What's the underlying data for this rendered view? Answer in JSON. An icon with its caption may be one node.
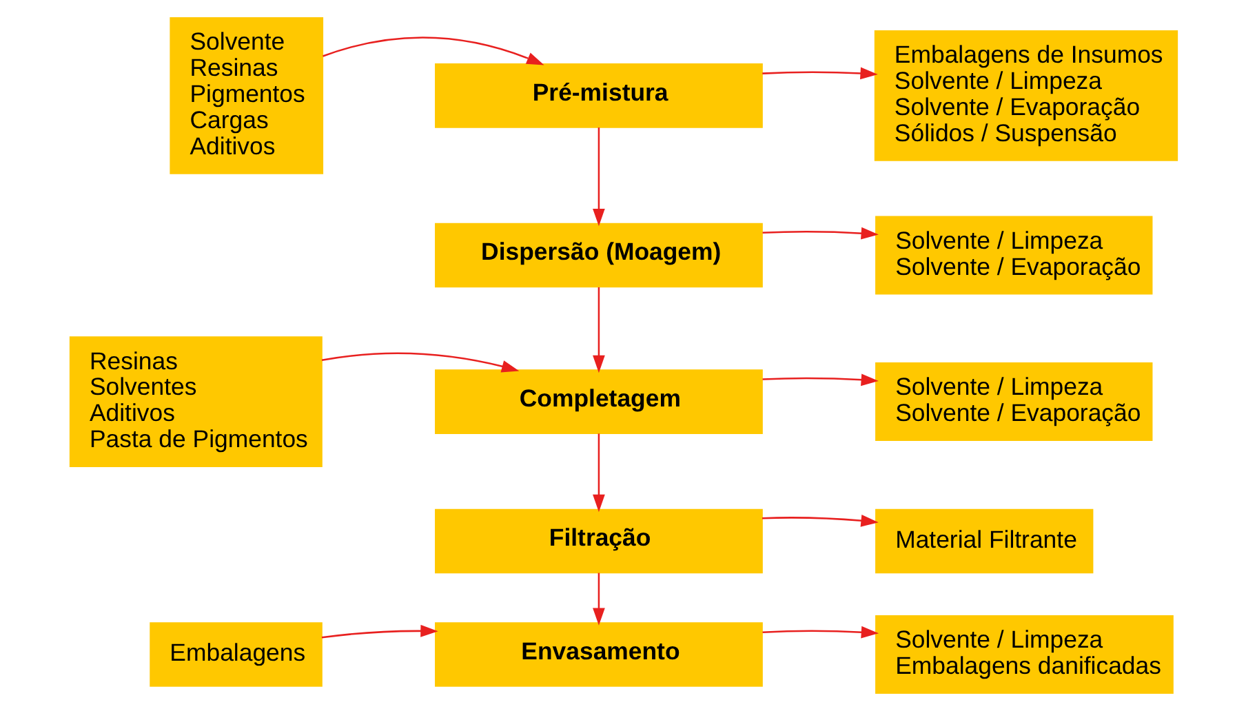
{
  "diagram": {
    "nodes": [
      {
        "text": [
          "Solvente",
          "Resinas",
          "Pigmentos",
          "Cargas",
          "Aditivos"
        ]
      },
      {
        "text": [
          "Pré-mistura"
        ]
      },
      {
        "text": [
          "Embalagens de Insumos",
          "Solvente / Limpeza",
          "Solvente / Evaporação",
          "Sólidos / Suspensão"
        ]
      },
      {
        "text": [
          "Dispersão (Moagem)"
        ]
      },
      {
        "text": [
          "Solvente / Limpeza",
          "Solvente / Evaporação"
        ]
      },
      {
        "text": [
          "Resinas",
          "Solventes",
          "Aditivos",
          "Pasta de Pigmentos"
        ]
      },
      {
        "text": [
          "Completagem"
        ]
      },
      {
        "text": [
          "Solvente / Limpeza",
          "Solvente / Evaporação"
        ]
      },
      {
        "text": [
          "Filtração"
        ]
      },
      {
        "text": [
          "Material Filtrante"
        ]
      },
      {
        "text": [
          "Embalagens"
        ]
      },
      {
        "text": [
          "Envasamento"
        ]
      },
      {
        "text": [
          "Solvente / Limpeza",
          "Embalagens danificadas"
        ]
      }
    ],
    "edges": [
      {
        "from": 0,
        "to": 1,
        "arrow": "to"
      },
      {
        "from": 1,
        "to": 2,
        "arrow": "to"
      },
      {
        "from": 1,
        "to": 3,
        "arrow": "to"
      },
      {
        "from": 3,
        "to": 4,
        "arrow": "to"
      },
      {
        "from": 3,
        "to": 6,
        "arrow": "to"
      },
      {
        "from": 5,
        "to": 6,
        "arrow": "to"
      },
      {
        "from": 6,
        "to": 7,
        "arrow": "to"
      },
      {
        "from": 6,
        "to": 8,
        "arrow": "to"
      },
      {
        "from": 8,
        "to": 9,
        "arrow": "to"
      },
      {
        "from": 8,
        "to": 11,
        "arrow": "to"
      },
      {
        "from": 10,
        "to": 11,
        "arrow": "to"
      },
      {
        "from": 11,
        "to": 12,
        "arrow": "to"
      }
    ]
  }
}
